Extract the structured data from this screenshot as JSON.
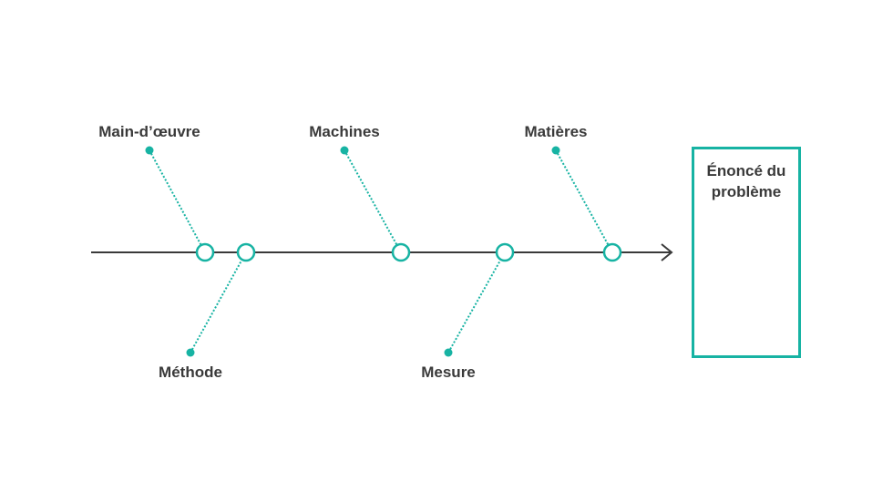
{
  "diagram": {
    "colors": {
      "accent": "#17b3a3",
      "spine": "#3a3a3a",
      "text": "#3a3a3a"
    },
    "causes": [
      {
        "id": "main-doeuvre",
        "label": "Main-d’œuvre",
        "side": "top"
      },
      {
        "id": "methode",
        "label": "Méthode",
        "side": "bottom"
      },
      {
        "id": "machines",
        "label": "Machines",
        "side": "top"
      },
      {
        "id": "mesure",
        "label": "Mesure",
        "side": "bottom"
      },
      {
        "id": "matieres",
        "label": "Matières",
        "side": "top"
      }
    ],
    "problem": {
      "line1": "Énoncé du",
      "line2": "problème"
    }
  }
}
